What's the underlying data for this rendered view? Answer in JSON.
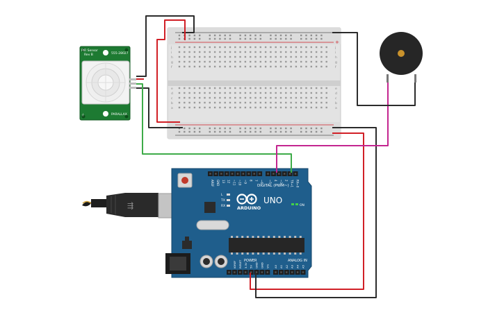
{
  "pir_sensor": {
    "title_line1": "PIR Sensor",
    "title_line2": "Rev B",
    "part_number": "555-28027",
    "brand": "PARALLAX"
  },
  "arduino": {
    "model": "UNO",
    "brand": "ARDUINO",
    "digital_header_label": "DIGITAL (PWM~)",
    "power_label": "POWER",
    "analog_label": "ANALOG IN",
    "on_label": "ON",
    "led_labels": [
      "L",
      "TX",
      "RX"
    ],
    "digital_pins": [
      "AREF",
      "GND",
      "13",
      "12",
      "~11",
      "~10",
      "~9",
      "8",
      "7",
      "~6",
      "~5",
      "4",
      "~3",
      "2",
      "TX→1",
      "RX←0"
    ],
    "power_pins": [
      "IOREF",
      "RESET",
      "3.3V",
      "5V",
      "GND",
      "GND",
      "Vin"
    ],
    "analog_pins": [
      "A0",
      "A1",
      "A2",
      "A3",
      "A4",
      "A5"
    ]
  },
  "breadboard": {
    "row_letters_top": [
      "j",
      "i",
      "h",
      "g",
      "f"
    ],
    "row_letters_bottom": [
      "e",
      "d",
      "c",
      "b",
      "a"
    ],
    "rail_plus": "+",
    "rail_minus": "-"
  },
  "colors": {
    "wire_red": "#d11f26",
    "wire_black": "#2b2b2b",
    "wire_green": "#3dab48",
    "wire_magenta": "#c3258f",
    "arduino_blue": "#1f5e8c",
    "pir_green": "#1d7a32"
  }
}
